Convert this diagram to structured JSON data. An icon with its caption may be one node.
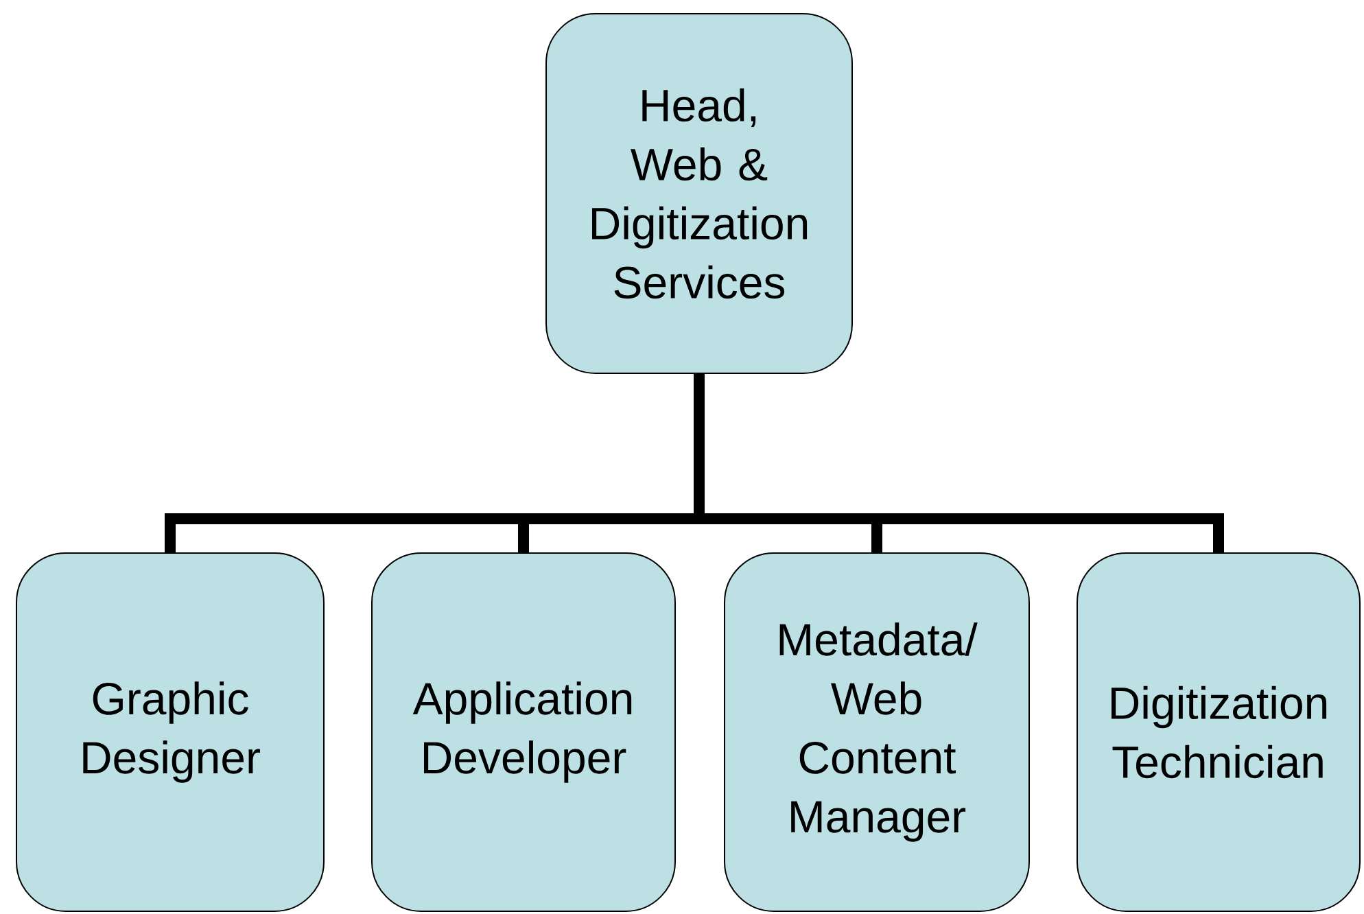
{
  "diagram": {
    "nodes": [
      {
        "text": [
          "Head, Web & Digitization Services"
        ]
      },
      {
        "text": [
          "Graphic Designer"
        ]
      },
      {
        "text": [
          "Application Developer"
        ]
      },
      {
        "text": [
          "Metadata/ Web Content Manager"
        ]
      },
      {
        "text": [
          "Digitization Technician"
        ]
      }
    ],
    "edges": [
      {
        "from": 0,
        "to": 1,
        "arrow": "none"
      },
      {
        "from": 0,
        "to": 2,
        "arrow": "none"
      },
      {
        "from": 0,
        "to": 3,
        "arrow": "none"
      },
      {
        "from": 0,
        "to": 4,
        "arrow": "none"
      }
    ]
  }
}
